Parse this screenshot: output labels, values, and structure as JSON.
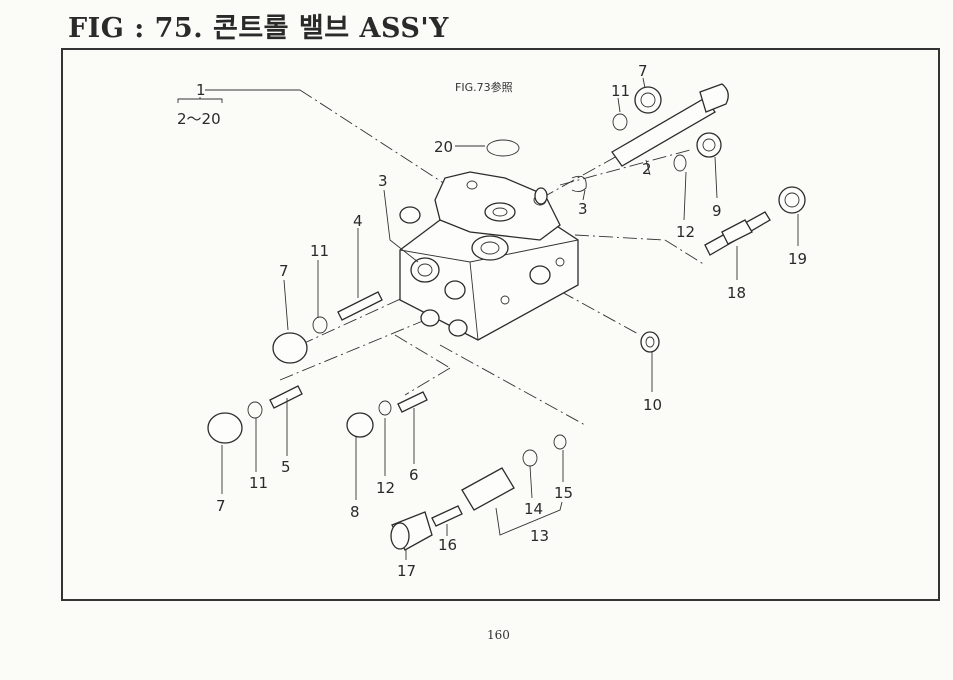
{
  "page": {
    "title": "FIG : 75. 콘트롤 밸브 ASS'Y",
    "page_number": "160",
    "reference_note": "FIG.73参照"
  },
  "callouts": {
    "c1": "1",
    "c1_range": "2～20",
    "c2": "2",
    "c3a": "3",
    "c3b": "3",
    "c4": "4",
    "c5": "5",
    "c6": "6",
    "c7a": "7",
    "c7b": "7",
    "c7c": "7",
    "c8": "8",
    "c9": "9",
    "c10": "10",
    "c11a": "11",
    "c11b": "11",
    "c11c": "11",
    "c12a": "12",
    "c12b": "12",
    "c13": "13",
    "c14": "14",
    "c15": "15",
    "c16": "16",
    "c17": "17",
    "c18": "18",
    "c19": "19",
    "c20": "20"
  }
}
